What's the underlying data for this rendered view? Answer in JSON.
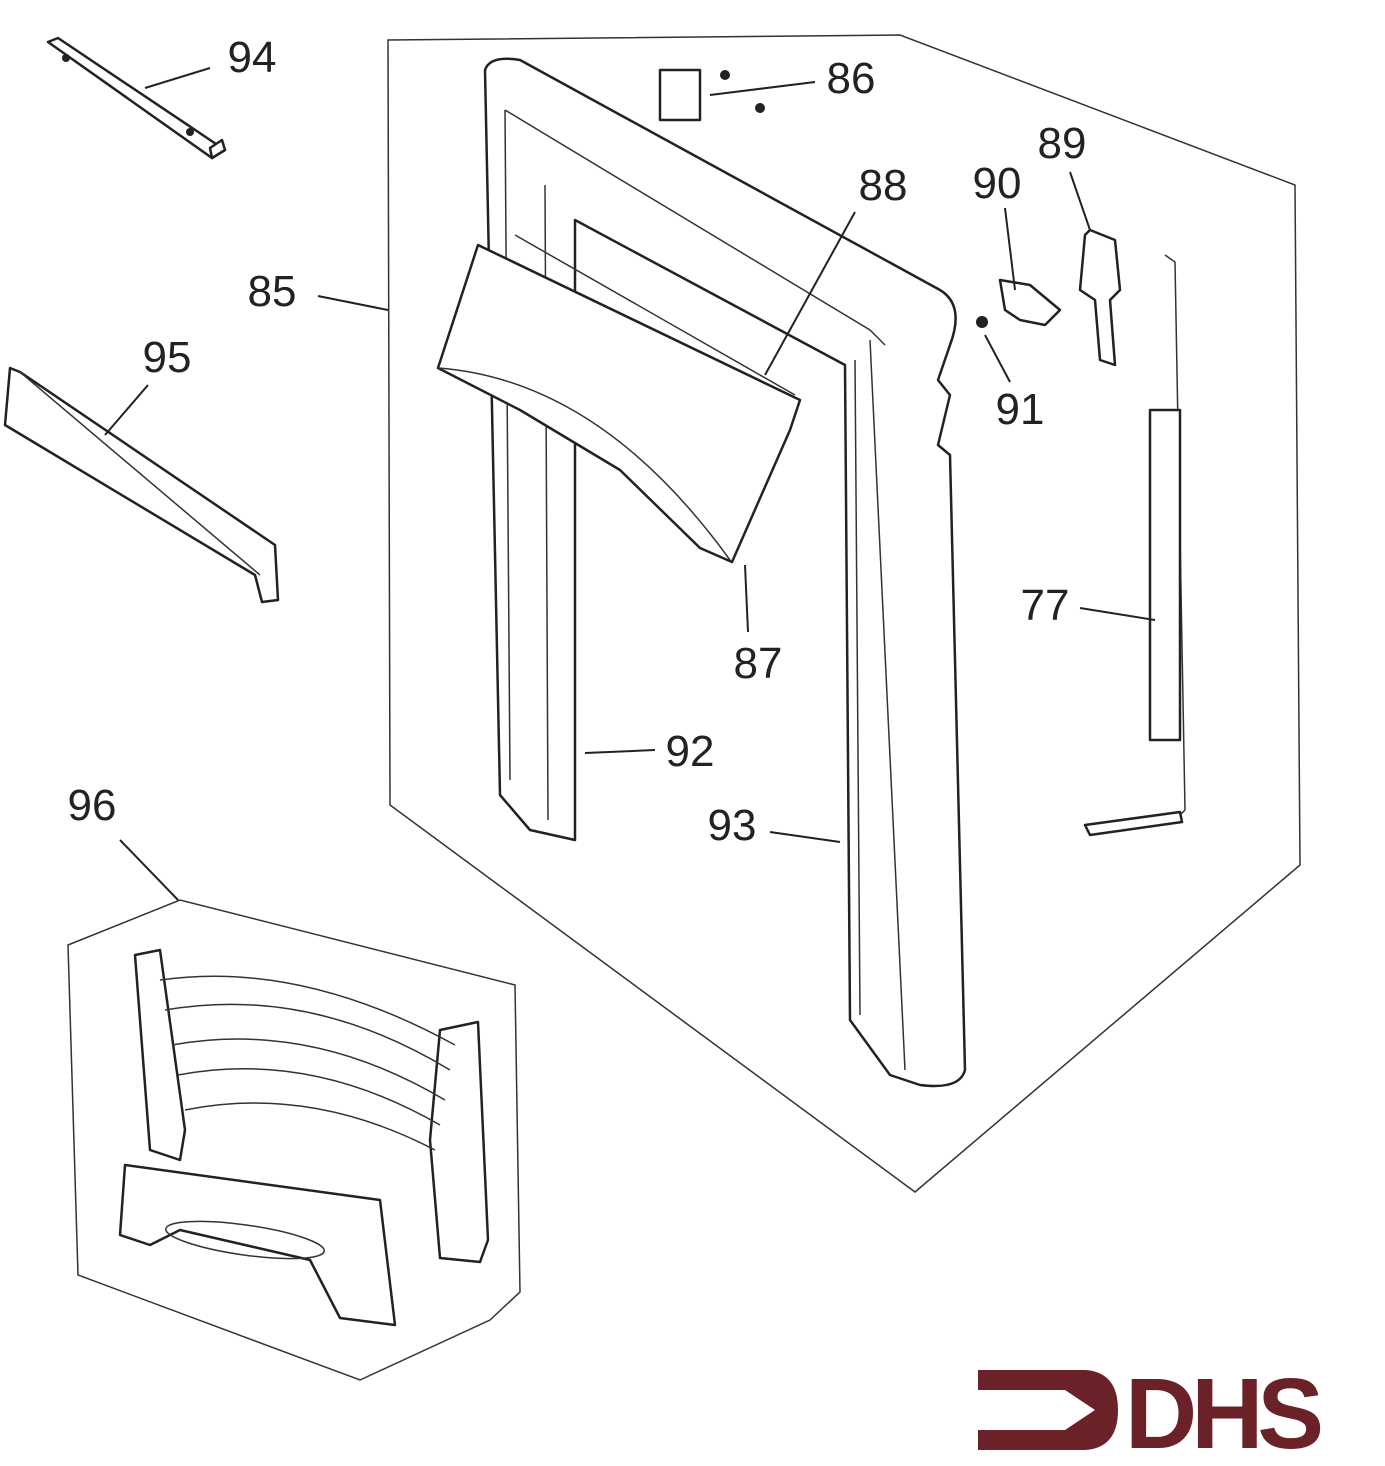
{
  "diagram": {
    "labels": {
      "p94": "94",
      "p86": "86",
      "p89": "89",
      "p90": "90",
      "p88": "88",
      "p85": "85",
      "p95": "95",
      "p91": "91",
      "p87": "87",
      "p77": "77",
      "p92": "92",
      "p93": "93",
      "p96": "96"
    },
    "logo": {
      "text": "DHS",
      "color": "#6a2228"
    }
  }
}
